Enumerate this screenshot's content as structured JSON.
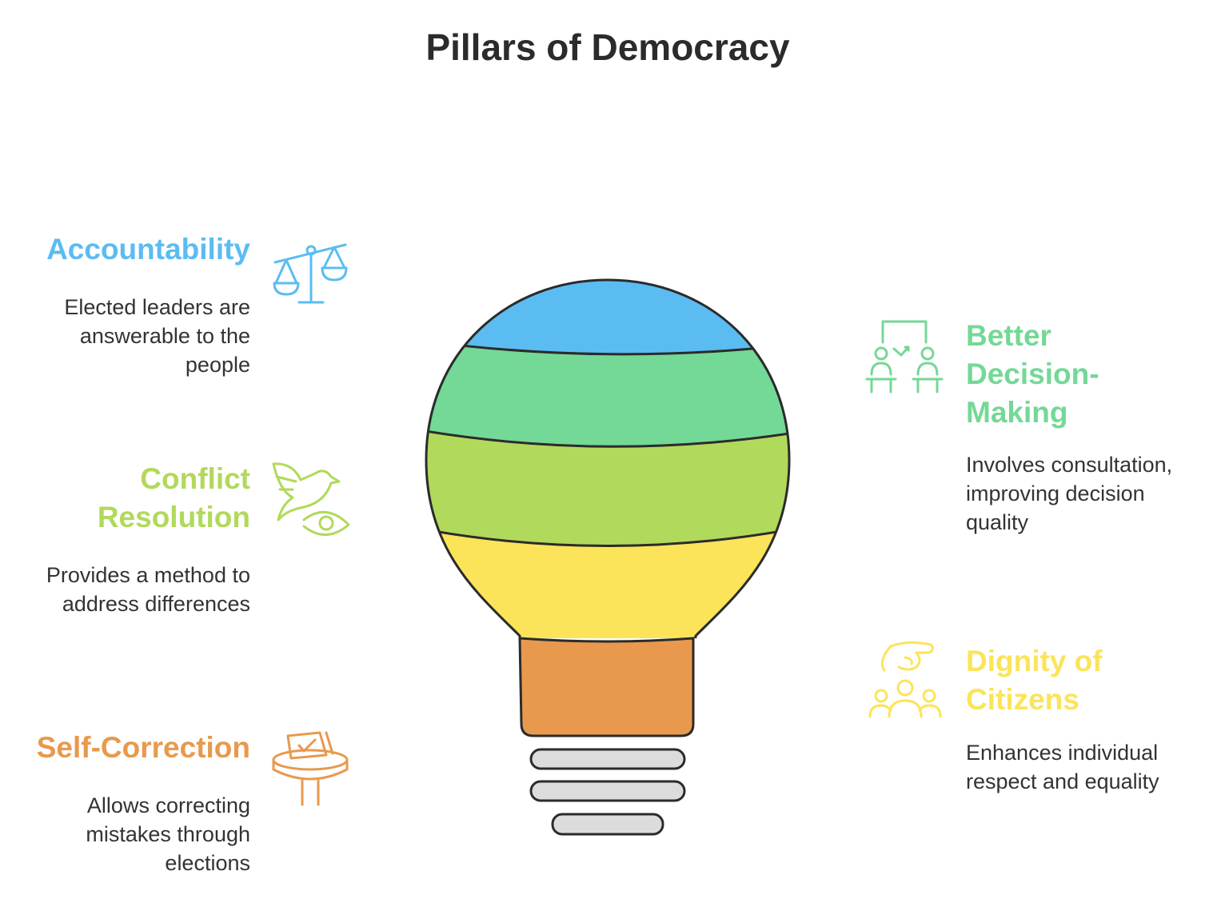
{
  "title": "Pillars of Democracy",
  "colors": {
    "accountability": "#5bbcf2",
    "decision": "#74d896",
    "conflict": "#b1d95b",
    "dignity": "#fbe45a",
    "correction": "#e8994e",
    "outline": "#2b2b2b",
    "screw": "#dcdcdc"
  },
  "pillars": {
    "accountability": {
      "heading": "Accountability",
      "description": "Elected leaders are answerable to the people",
      "icon": "scales-icon"
    },
    "conflict": {
      "heading": "Conflict Resolution",
      "description": "Provides a method to address differences",
      "icon": "dove-eye-icon"
    },
    "correction": {
      "heading": "Self-Correction",
      "description": "Allows correcting mistakes through elections",
      "icon": "ballot-box-icon"
    },
    "decision": {
      "heading": "Better Decision-Making",
      "description": "Involves consultation, improving decision quality",
      "icon": "meeting-icon"
    },
    "dignity": {
      "heading": "Dignity of Citizens",
      "description": "Enhances individual respect and equality",
      "icon": "people-hand-icon"
    }
  }
}
